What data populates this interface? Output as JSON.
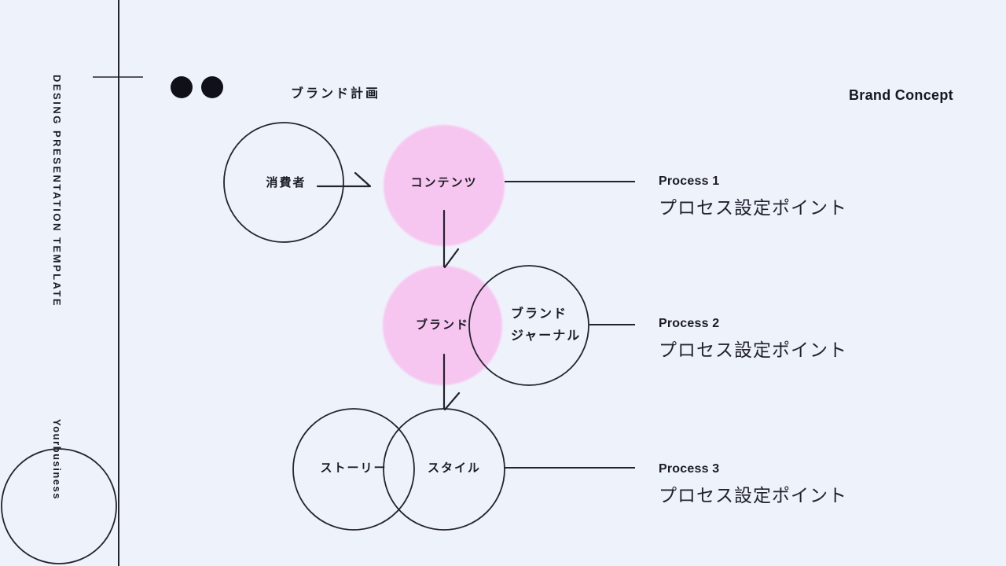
{
  "colors": {
    "background": "#eef3fb",
    "ink": "#1b1b26",
    "pink": "#f7c6f0",
    "dot": "#101018"
  },
  "sidebar": {
    "vertical_title": "DESING PRESENTATION TEMPLATE",
    "vertical_footer": "Yourbusiness"
  },
  "header": {
    "title_jp": "ブランド計画",
    "title_en": "Brand Concept"
  },
  "diagram": {
    "nodes": [
      {
        "id": "consumer",
        "label": "消費者",
        "shape": "outline-circle"
      },
      {
        "id": "content",
        "label": "コンテンツ",
        "shape": "pink-circle"
      },
      {
        "id": "brand",
        "label": "ブランド",
        "shape": "pink-circle"
      },
      {
        "id": "brand-journal",
        "label": "ブランド\nジャーナル",
        "shape": "outline-circle"
      },
      {
        "id": "story",
        "label": "ストーリー",
        "shape": "outline-circle"
      },
      {
        "id": "style",
        "label": "スタイル",
        "shape": "outline-circle"
      }
    ],
    "processes": [
      {
        "label": "Process 1",
        "desc": "プロセス設定ポイント"
      },
      {
        "label": "Process 2",
        "desc": "プロセス設定ポイント"
      },
      {
        "label": "Process 3",
        "desc": "プロセス設定ポイント"
      }
    ]
  }
}
